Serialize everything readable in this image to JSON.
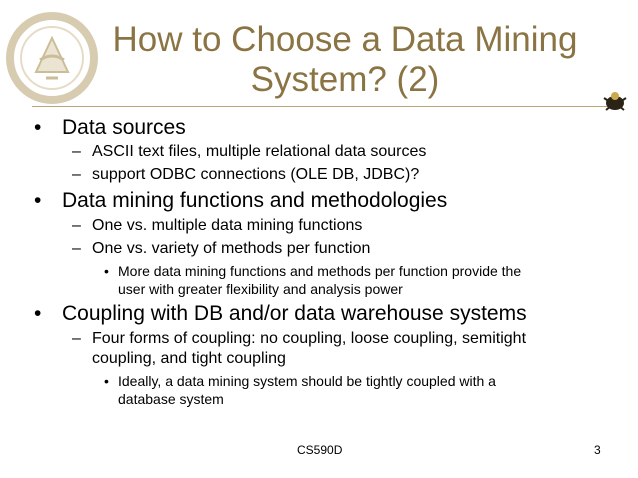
{
  "slide": {
    "title_lines": [
      "How to Choose a Data Mining",
      "System? (2)"
    ],
    "bullets": [
      {
        "level": 1,
        "lines": [
          "Data sources"
        ]
      },
      {
        "level": 2,
        "lines": [
          "ASCII text files, multiple relational data sources"
        ]
      },
      {
        "level": 2,
        "lines": [
          "support ODBC connections (OLE DB, JDBC)?"
        ]
      },
      {
        "level": 1,
        "lines": [
          "Data mining functions and methodologies"
        ]
      },
      {
        "level": 2,
        "lines": [
          "One vs. multiple data mining functions"
        ]
      },
      {
        "level": 2,
        "lines": [
          "One vs. variety of methods per function"
        ]
      },
      {
        "level": 3,
        "lines": [
          "More data mining functions and methods per function provide the",
          "user with greater flexibility and analysis power"
        ]
      },
      {
        "level": 1,
        "lines": [
          "Coupling with DB and/or data warehouse systems"
        ]
      },
      {
        "level": 2,
        "lines": [
          "Four forms of coupling: no coupling, loose coupling, semitight",
          "coupling, and tight coupling"
        ]
      },
      {
        "level": 3,
        "lines": [
          "Ideally, a data mining system should be tightly coupled with a",
          "database system"
        ]
      }
    ],
    "markers": {
      "level1": "•",
      "level2": "–",
      "level3": "•"
    },
    "footer": {
      "course": "CS590D",
      "page_number": "3"
    }
  },
  "colors": {
    "title": "#8a7443",
    "rule": "#b9a67a",
    "text": "#000000"
  },
  "icons": {
    "logo": "university-seal-icon",
    "corner": "boilermaker-bug-icon"
  }
}
